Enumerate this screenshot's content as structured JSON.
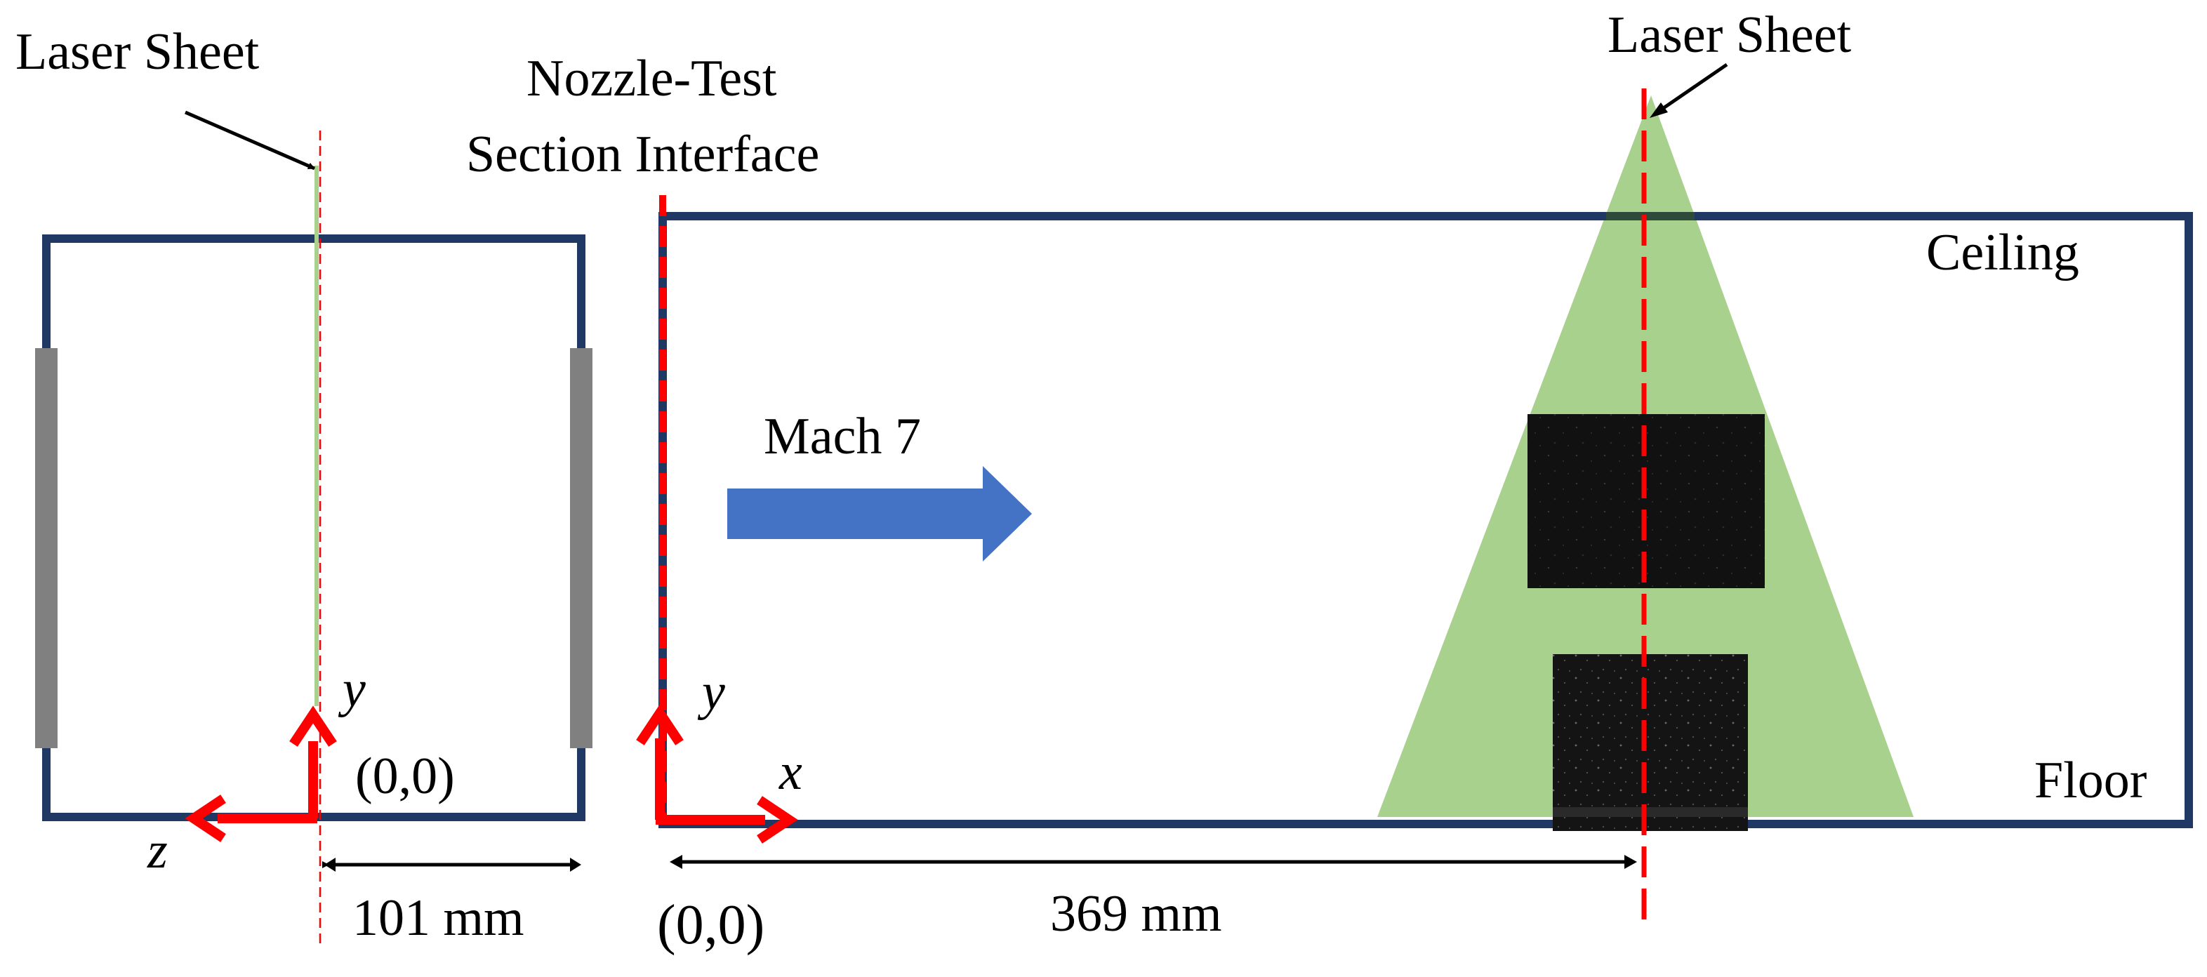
{
  "labels": {
    "laser_sheet_left": "Laser Sheet",
    "laser_sheet_right": "Laser Sheet",
    "interface_line1": "Nozzle-Test",
    "interface_line2": "Section Interface",
    "flow": "Mach 7",
    "ceiling": "Ceiling",
    "floor": "Floor",
    "axis_y_left": "y",
    "axis_z_left": "z",
    "origin_left": "(0,0)",
    "axis_y_right": "y",
    "axis_x_right": "x",
    "origin_right": "(0,0)",
    "dim_left": "101 mm",
    "dim_right": "369 mm"
  },
  "colors": {
    "wall": "#1f3864",
    "window": "#808080",
    "laser": "#ff0000",
    "sheet_fill": "#a9d18e",
    "flow_arrow": "#4472c4",
    "axis": "#ff0000",
    "image": "#111111"
  }
}
